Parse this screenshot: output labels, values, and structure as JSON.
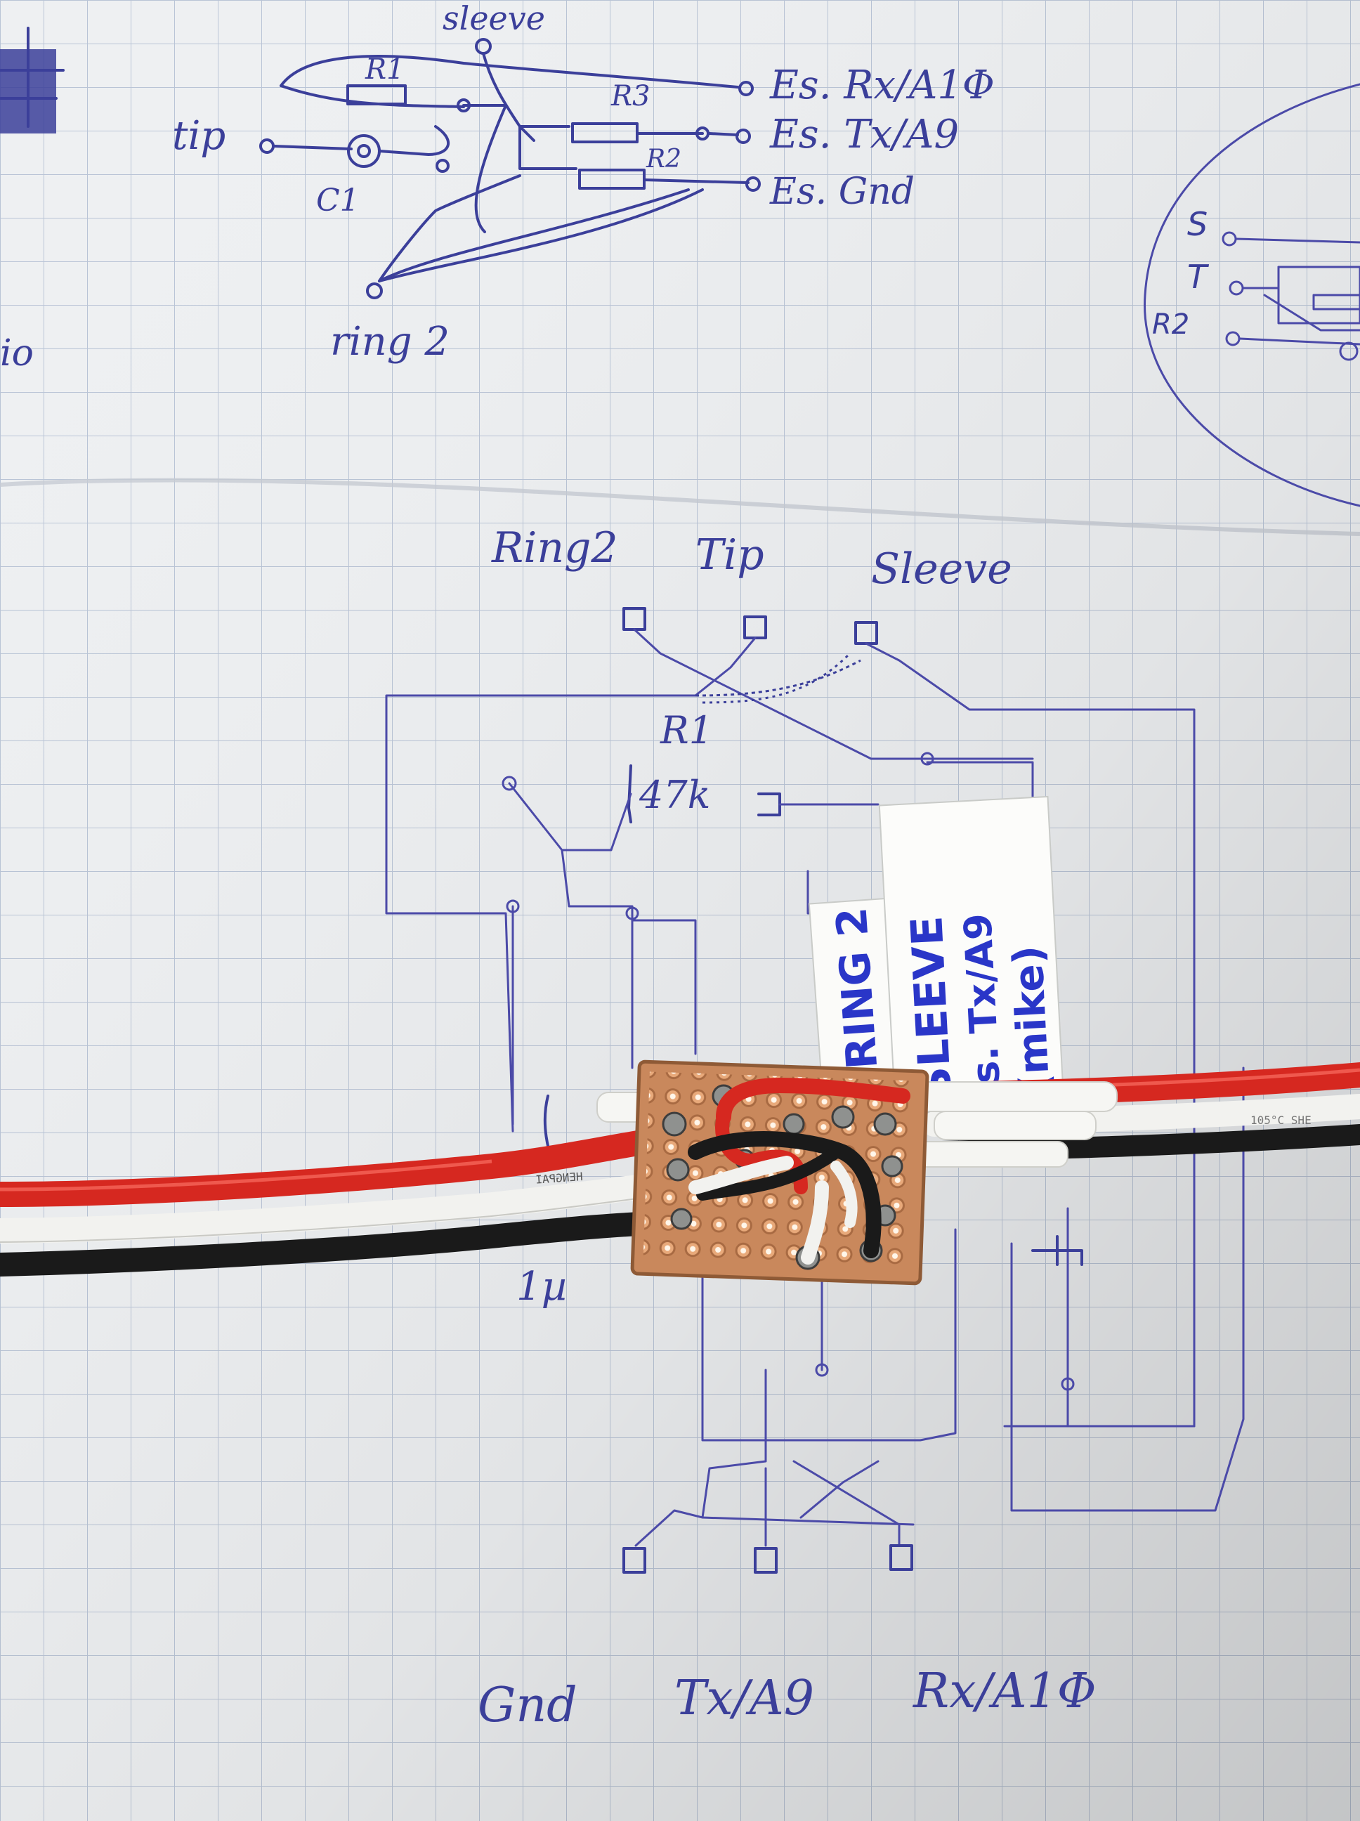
{
  "top_schematic": {
    "sleeve": "sleeve",
    "r1": "R1",
    "r3": "R3",
    "r2": "R2",
    "tip": "tip",
    "c1": "C1",
    "ring2": "ring 2",
    "es_rx": "Es. Rx/A1Φ",
    "es_tx": "Es. Tx/A9",
    "es_gnd": "Es. Gnd",
    "left_edge": "io"
  },
  "right_sketch": {
    "s": "S",
    "t": "T",
    "r2": "R2"
  },
  "layout_drawing": {
    "ring2": "Ring2",
    "tip": "Tip",
    "sleeve": "Sleeve",
    "r1": "R1",
    "r1_value": "47k",
    "gnd": "Gnd",
    "tx": "Tx/A9",
    "rx": "Rx/A1Φ",
    "cap_label": "1µ"
  },
  "paper_tags": {
    "ring": "RING 2",
    "sleeve": "SLEEVE",
    "es_tx": "Es. Tx/A9",
    "mike": "(mike)"
  },
  "cable_print": {
    "left": "HENGPAI",
    "right": "105°C SHE"
  },
  "colors": {
    "paper": "#eef0f2",
    "grid": "#b9c4d6",
    "ink": "#3b3f9a",
    "copper": "#d99a6c",
    "wire_red": "#d62820",
    "wire_white": "#f2f2ef",
    "wire_black": "#1a1a1a"
  }
}
